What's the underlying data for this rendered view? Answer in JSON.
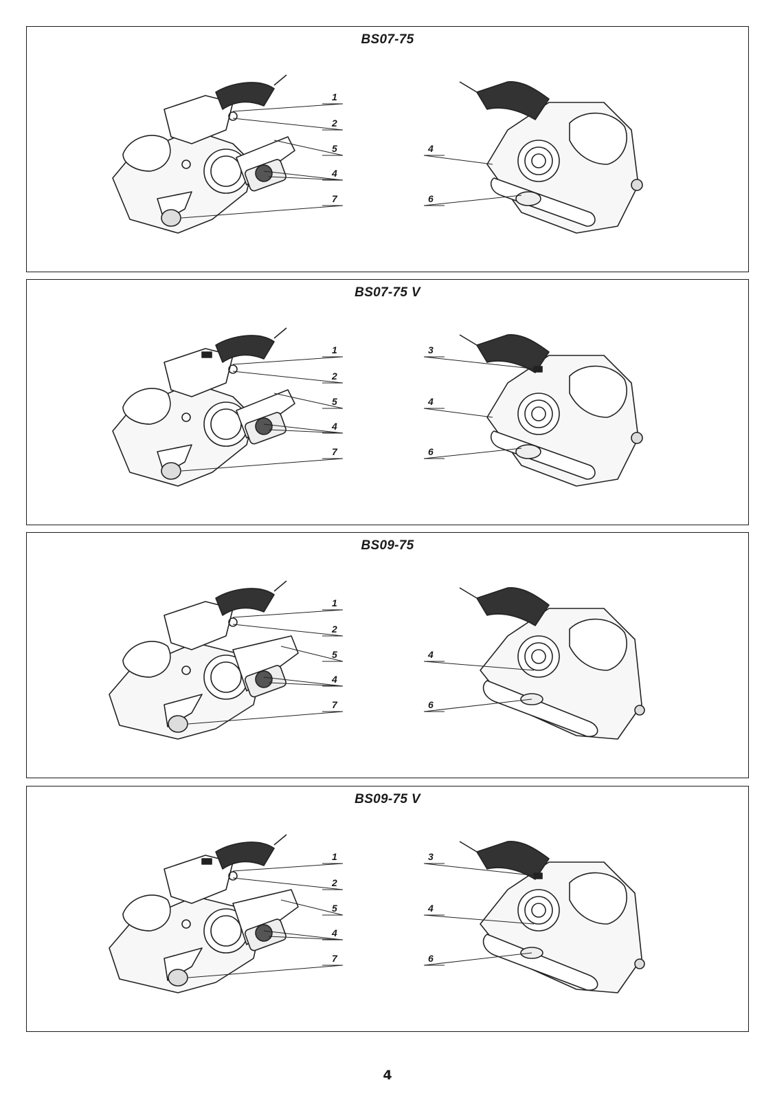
{
  "page": {
    "page_number": "4",
    "panels": [
      {
        "model": "BS07-75",
        "left_callouts": [
          "1",
          "2",
          "5",
          "4",
          "7"
        ],
        "right_callouts": [
          "4",
          "6"
        ]
      },
      {
        "model": "BS07-75 V",
        "left_callouts": [
          "1",
          "2",
          "5",
          "4",
          "7"
        ],
        "right_callouts": [
          "3",
          "4",
          "6"
        ]
      },
      {
        "model": "BS09-75",
        "left_callouts": [
          "1",
          "2",
          "5",
          "4",
          "7"
        ],
        "right_callouts": [
          "4",
          "6"
        ]
      },
      {
        "model": "BS09-75 V",
        "left_callouts": [
          "1",
          "2",
          "5",
          "4",
          "7"
        ],
        "right_callouts": [
          "3",
          "4",
          "6"
        ]
      }
    ]
  }
}
